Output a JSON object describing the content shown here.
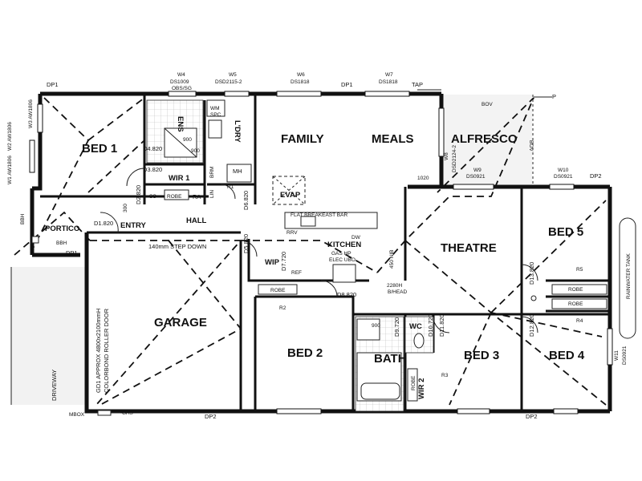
{
  "rooms": {
    "bed1": "BED 1",
    "family": "FAMILY",
    "meals": "MEALS",
    "alfresco": "ALFRESCO",
    "ens": "ENS",
    "ldry": "L'DRY",
    "wir1": "WIR 1",
    "hall": "HALL",
    "entry": "ENTRY",
    "portico": "PORTICO",
    "kitchen": "KITCHEN",
    "theatre": "THEATRE",
    "bed5": "BED 5",
    "garage": "GARAGE",
    "bed2": "BED 2",
    "bath": "BATH",
    "wc": "WC",
    "bed3": "BED 3",
    "bed4": "BED 4",
    "wip": "WIP",
    "wir2": "WIR 2",
    "evap": "EVAP",
    "driveway": "DRIVEWAY",
    "rainwater_tank": "RAINWATER TANK"
  },
  "windows": {
    "w4_name": "W4",
    "w4_spec": "DS1009",
    "w4_note": "OBS/SG",
    "w5_name": "W5",
    "w5_spec": "DSD2115-2",
    "w6_name": "W6",
    "w6_spec": "DS1818",
    "w7_name": "W7",
    "w7_spec": "DS1818",
    "w8_name": "W8",
    "w8_spec": "DSD2124-2",
    "w9_name": "W9",
    "w9_spec": "DS0921",
    "w10_name": "W10",
    "w10_spec": "DS0921",
    "w11_name": "W11",
    "w11_spec": "DS0921",
    "w1_label": "W1 AW1806",
    "w2_label": "W2 AW1806",
    "w3_label": "W3 AW1806"
  },
  "doors": {
    "d4": "D4.820",
    "d3": "D3.820",
    "d2": "D2.820",
    "d1": "D1.820",
    "d6": "D6.820",
    "d5": "D5.820",
    "d7": "D7.720",
    "d8": "D8.820",
    "d9": "D9.720",
    "d10": "D10.720",
    "d11": "D11.820",
    "d12": "D12.820",
    "d13": "D13.820",
    "gd1": "GD1 APPROX 4800x2100mmH",
    "gd1_note": "COLORBOND ROLLER DOOR"
  },
  "notes": {
    "dp1_a": "DP1",
    "dp1_b": "DP1",
    "dp1_c": "DP1",
    "dp2_a": "DP2",
    "dp2_b": "DP2",
    "dp2_c": "DP2",
    "tap": "TAP",
    "bov1": "BOV",
    "bov2": "BOV",
    "wm": "WM",
    "spc": "SPC",
    "ra1": "RA",
    "mh": "MH",
    "brm": "BRM",
    "lin": "LIN",
    "ss": "SS",
    "robe1": "ROBE",
    "robe_bed2": "ROBE",
    "robe_bed5a": "ROBE",
    "robe_bed5b": "ROBE",
    "robe_wir2": "ROBE",
    "r1": "R1",
    "r2": "R2",
    "r3": "R3",
    "r4": "R4",
    "r5": "R5",
    "dim900a": "900",
    "dim900b": "900",
    "dim900c": "900",
    "dim300": "300",
    "dim1020": "1020",
    "step_down": "140mm STEP DOWN",
    "flat_bar": "FLAT BREAKEAST BAR",
    "rrv": "RRV",
    "dw": "DW",
    "ref": "REF",
    "gas_hp": "GAS HP",
    "elec_ubo": "ELEC UBO",
    "bhead_h": "2280H",
    "bhead": "B/HEAD",
    "nib": "450 NIB",
    "bbh": "BBH",
    "mbox": "MBOX",
    "gas": "GAS",
    "p": "P",
    "s": "S"
  }
}
